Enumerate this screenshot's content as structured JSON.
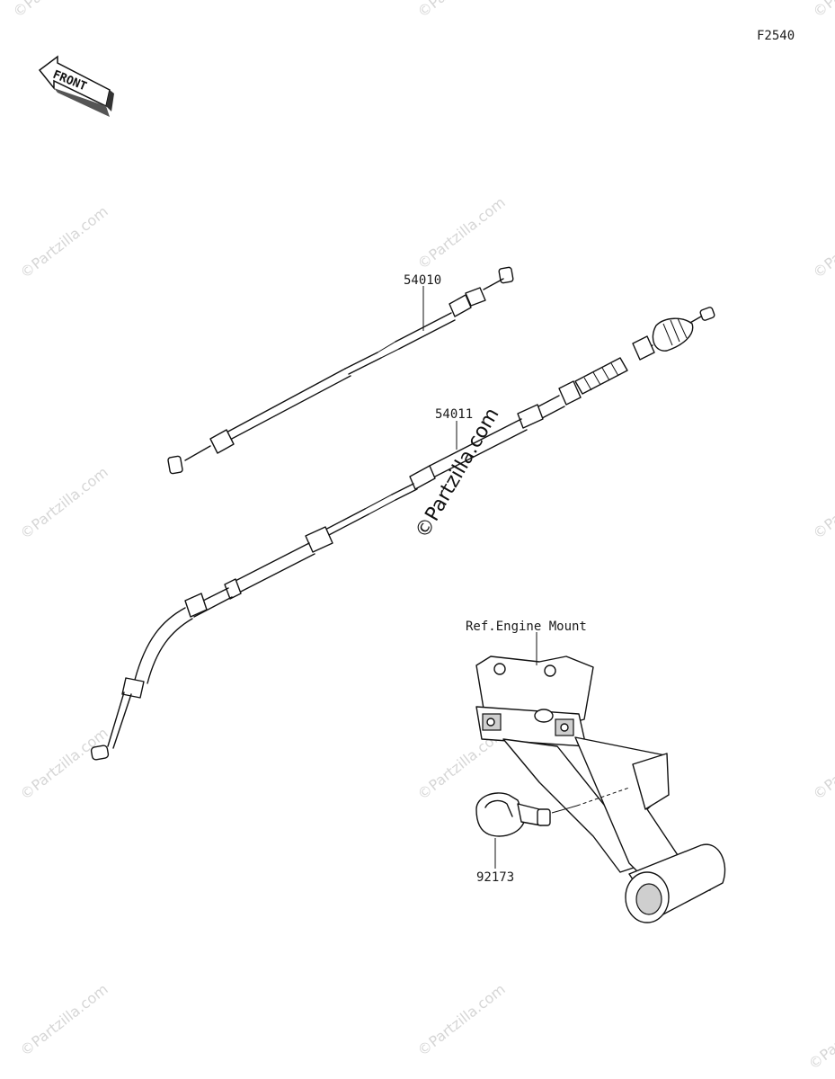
{
  "figure_code": "F2540",
  "front_arrow": {
    "label": "FRONT",
    "icon": "front-direction-arrow-icon"
  },
  "watermark": {
    "text": "©Partzilla.com",
    "center_text": "©Partzilla.com"
  },
  "parts": [
    {
      "part_number": "54010"
    },
    {
      "part_number": "54011"
    },
    {
      "part_number": "92173"
    }
  ],
  "reference": {
    "label": "Ref.Engine Mount"
  }
}
